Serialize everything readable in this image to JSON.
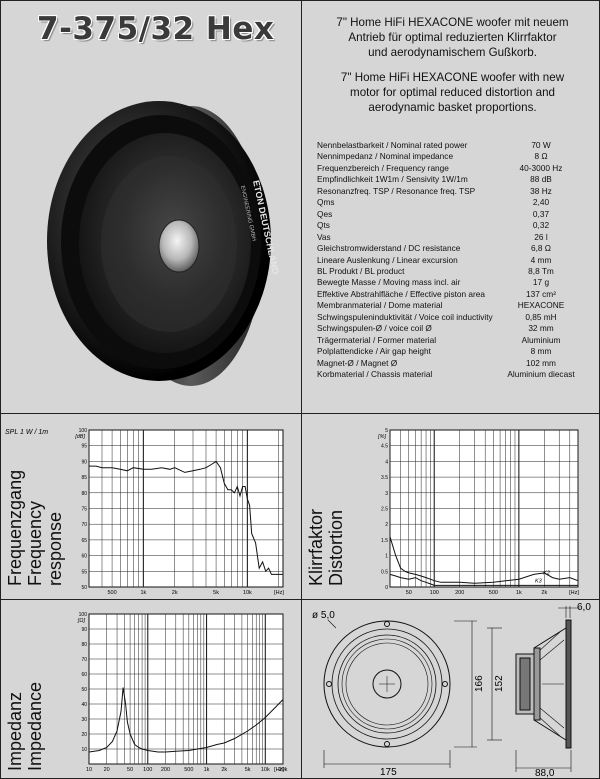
{
  "title": "7-375/32 Hex",
  "description": {
    "de": [
      "7\" Home HiFi HEXACONE woofer mit neuem",
      "Antrieb für optimal reduzierten Klirrfaktor",
      "und aerodynamischem Gußkorb."
    ],
    "en": [
      "7\" Home HiFi HEXACONE woofer with new",
      "motor for optimal reduced distortion and",
      "aerodynamic basket proportions."
    ]
  },
  "specs": [
    {
      "label": "Nennbelastbarkeit / Nominal rated power",
      "value": "70 W"
    },
    {
      "label": "Nennimpedanz / Nominal impedance",
      "value": "8 Ω"
    },
    {
      "label": "Frequenzbereich / Frequency range",
      "value": "40-3000 Hz"
    },
    {
      "label": "Empfindlichkeit 1W1m / Sensivity 1W/1m",
      "value": "88 dB"
    },
    {
      "label": "Resonanzfreq. TSP / Resonance freq. TSP",
      "value": "38 Hz"
    },
    {
      "label": "Qms",
      "value": "2,40"
    },
    {
      "label": "Qes",
      "value": "0,37"
    },
    {
      "label": "Qts",
      "value": "0,32"
    },
    {
      "label": "Vas",
      "value": "26 l"
    },
    {
      "label": "Gleichstromwiderstand / DC resistance",
      "value": "6,8 Ω"
    },
    {
      "label": "Lineare Auslenkung / Linear excursion",
      "value": "4 mm"
    },
    {
      "label": "BL Produkt / BL product",
      "value": "8,8 Tm"
    },
    {
      "label": "Bewegte Masse / Moving mass incl. air",
      "value": "17 g"
    },
    {
      "label": "Effektive Abstrahlfläche / Effective piston area",
      "value": "137 cm²"
    },
    {
      "label": "Membranmaterial / Dome material",
      "value": "HEXACONE"
    },
    {
      "label": "Schwingspuleninduktivität / Voice coil inductivity",
      "value": "0,85 mH"
    },
    {
      "label": "Schwingspulen-Ø / voice coil Ø",
      "value": "32 mm"
    },
    {
      "label": "Trägermaterial / Former material",
      "value": "Aluminium"
    },
    {
      "label": "Polplattendicke / Air gap height",
      "value": "8 mm"
    },
    {
      "label": "Magnet-Ø / Magnet Ø",
      "value": "102 mm"
    },
    {
      "label": "Korbmaterial / Chassis material",
      "value": "Aluminium diecast"
    }
  ],
  "speaker_logo": "ETON DEUTSCHLAND",
  "speaker_logo_sub": "ENGINEERING GMBH",
  "labels": {
    "freq": [
      "Frequenzgang",
      "Frequency",
      "response"
    ],
    "dist": [
      "Klirrfaktor",
      "Distortion"
    ],
    "imp": [
      "Impedanz",
      "Impedance"
    ]
  },
  "dimensions": {
    "hole": "ø 5,0",
    "flange": "6,0",
    "width": "175",
    "inner": "166",
    "outer": "152",
    "depth": "88,0"
  },
  "chart_data": [
    {
      "type": "line",
      "title": "SPL 1 W / 1m",
      "ylabel": "[dB]",
      "xlabel": "[Hz]",
      "xscale": "log",
      "xlim": [
        300,
        22000
      ],
      "ylim": [
        50,
        100
      ],
      "yticks": [
        "100",
        "95",
        "90",
        "85",
        "80",
        "75",
        "70",
        "65",
        "60",
        "55",
        "50"
      ],
      "xticks": [
        "500",
        "1k",
        "2k",
        "5k",
        "10k",
        "[Hz]"
      ],
      "x": [
        300,
        350,
        400,
        500,
        600,
        700,
        800,
        1000,
        1200,
        1500,
        1800,
        2000,
        2500,
        3000,
        3500,
        4000,
        4500,
        5000,
        5500,
        6000,
        6500,
        7000,
        7500,
        8000,
        8500,
        9000,
        9500,
        10000,
        10500,
        11000,
        12000,
        13000,
        14000,
        15000,
        16000,
        17000,
        18000,
        20000,
        22000
      ],
      "values": [
        88.5,
        88.5,
        88,
        88,
        87.5,
        87,
        88,
        87.5,
        87.5,
        88,
        87.5,
        88,
        86.5,
        87,
        87.5,
        88,
        89,
        90,
        88,
        83,
        81,
        81,
        80,
        82,
        79,
        82,
        82,
        78,
        76,
        67,
        64,
        56,
        58,
        55,
        56,
        54,
        54,
        54,
        54
      ]
    },
    {
      "type": "line",
      "ylabel": "[%]",
      "xlabel": "[Hz]",
      "xscale": "log",
      "xlim": [
        30,
        5000
      ],
      "ylim": [
        0,
        5
      ],
      "yticks": [
        "5",
        "4.5",
        "4",
        "3.5",
        "3",
        "2.5",
        "2",
        "1.5",
        "1",
        "0.5",
        "0"
      ],
      "xticks": [
        "50",
        "100",
        "200",
        "500",
        "1k",
        "2k",
        "[Hz]"
      ],
      "series": [
        {
          "name": "K2",
          "x": [
            30,
            35,
            40,
            45,
            50,
            60,
            70,
            80,
            90,
            100,
            120,
            150,
            200,
            300,
            500,
            700,
            1000,
            1500,
            2000,
            2500,
            3000,
            4000,
            5000
          ],
          "values": [
            1.6,
            1.0,
            0.6,
            0.5,
            0.45,
            0.4,
            0.35,
            0.3,
            0.25,
            0.2,
            0.15,
            0.15,
            0.15,
            0.12,
            0.15,
            0.2,
            0.25,
            0.4,
            0.45,
            0.3,
            0.25,
            0.3,
            0.2
          ]
        },
        {
          "name": "K3",
          "x": [
            30,
            35,
            40,
            50,
            60,
            70,
            80,
            90,
            100,
            150,
            200,
            300,
            500,
            1000,
            2000,
            3000,
            5000
          ],
          "values": [
            0.4,
            0.35,
            0.3,
            0.25,
            0.3,
            0.2,
            0.15,
            0.1,
            0.05,
            0.05,
            0.05,
            0.05,
            0.05,
            0.05,
            0.05,
            0.05,
            0.05
          ]
        }
      ]
    },
    {
      "type": "line",
      "ylabel": "[Ω]",
      "xlabel": "[Hz]",
      "xscale": "log",
      "xlim": [
        10,
        20000
      ],
      "ylim": [
        0,
        100
      ],
      "yticks": [
        "100",
        "90",
        "80",
        "70",
        "60",
        "50",
        "40",
        "30",
        "20",
        "10"
      ],
      "xticks": [
        "10",
        "20",
        "50",
        "100",
        "200",
        "500",
        "1k",
        "2k",
        "5k",
        "10k",
        "20k",
        "[Hz]"
      ],
      "x": [
        10,
        15,
        20,
        25,
        30,
        35,
        38,
        42,
        45,
        50,
        60,
        70,
        80,
        100,
        150,
        200,
        300,
        500,
        700,
        1000,
        1500,
        2000,
        3000,
        5000,
        7000,
        10000,
        15000,
        20000
      ],
      "values": [
        8,
        9,
        11,
        15,
        22,
        35,
        51,
        40,
        28,
        20,
        13,
        11,
        10,
        9,
        8,
        8,
        8.5,
        9,
        10,
        11,
        13,
        14,
        17,
        22,
        26,
        31,
        38,
        43
      ]
    }
  ]
}
